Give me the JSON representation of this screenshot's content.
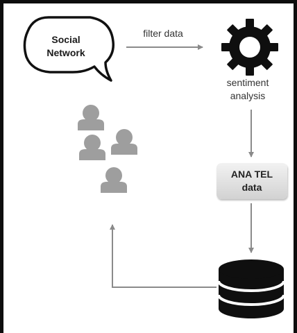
{
  "bubble": {
    "line1": "Social",
    "line2": "Network"
  },
  "filter_label": "filter data",
  "sentiment": {
    "line1": "sentiment",
    "line2": "analysis"
  },
  "anatel": {
    "line1": "ANA TEL",
    "line2": "data"
  },
  "icons": {
    "speech_bubble": "speech-bubble-icon",
    "gear": "gear-icon",
    "users": "user-icon",
    "database": "database-icon"
  },
  "colors": {
    "border": "#0d0d0d",
    "arrow": "#8a8a8a",
    "user": "#9e9e9e",
    "gear": "#0f0f0f",
    "database": "#0f0f0f",
    "box": "#e0e0e0"
  }
}
